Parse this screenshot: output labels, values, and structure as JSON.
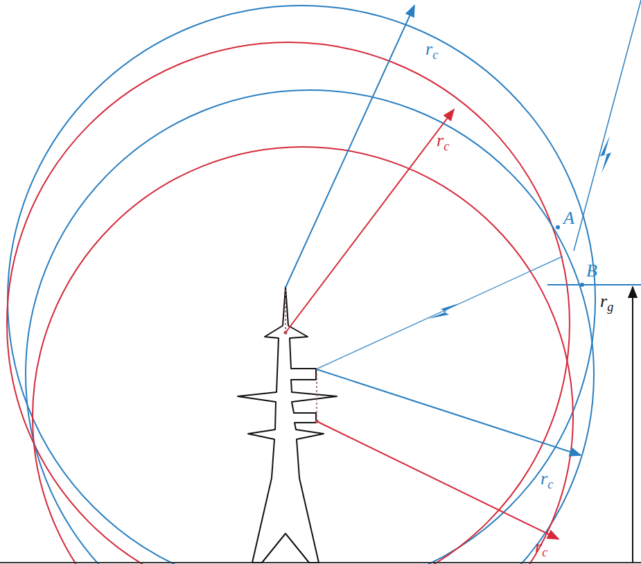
{
  "diagram": {
    "labels": [
      "rc",
      "rc",
      "rc",
      "rc",
      "A",
      "B",
      "rg"
    ]
  }
}
